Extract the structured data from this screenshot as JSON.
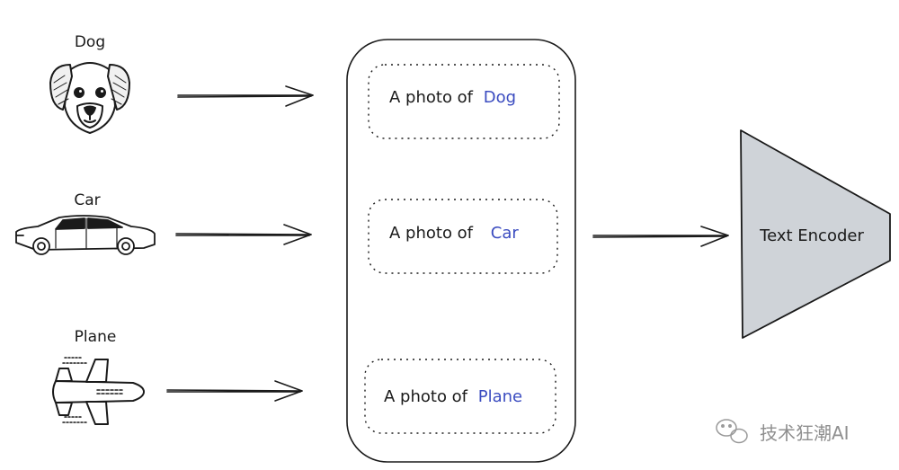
{
  "colors": {
    "ink": "#1a1a1a",
    "class_text": "#3b4cc0",
    "encoder_fill": "#cfd3d8",
    "watermark": "#9a9a9a"
  },
  "inputs": [
    {
      "label": "Dog",
      "icon": "dog-face-icon"
    },
    {
      "label": "Car",
      "icon": "car-icon"
    },
    {
      "label": "Plane",
      "icon": "airplane-icon"
    }
  ],
  "prompts": [
    {
      "prefix": "A photo of",
      "class_name": "Dog"
    },
    {
      "prefix": "A photo of",
      "class_name": "Car"
    },
    {
      "prefix": "A photo of",
      "class_name": "Plane"
    }
  ],
  "encoder": {
    "label": "Text Encoder"
  },
  "watermark": {
    "text": "技术狂潮AI",
    "icon": "wechat-icon"
  }
}
